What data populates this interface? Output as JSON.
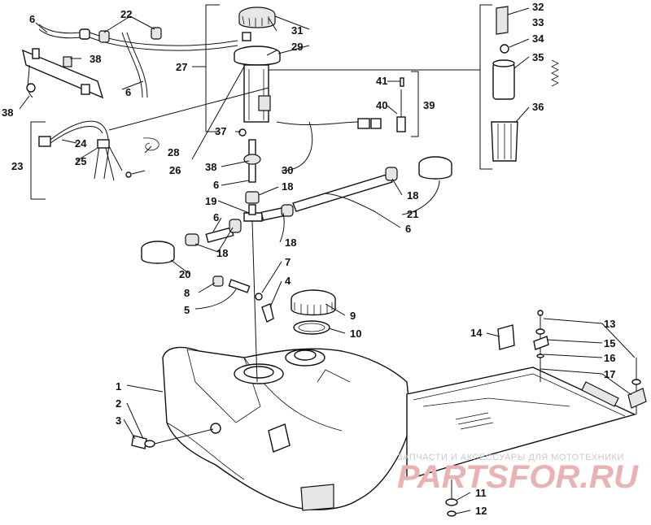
{
  "diagram": {
    "callouts": [
      {
        "id": "c1",
        "text": "1"
      },
      {
        "id": "c2",
        "text": "2"
      },
      {
        "id": "c3",
        "text": "3"
      },
      {
        "id": "c4",
        "text": "4"
      },
      {
        "id": "c5",
        "text": "5"
      },
      {
        "id": "c6a",
        "text": "6"
      },
      {
        "id": "c6b",
        "text": "6"
      },
      {
        "id": "c6c",
        "text": "6"
      },
      {
        "id": "c6d",
        "text": "6"
      },
      {
        "id": "c6e",
        "text": "6"
      },
      {
        "id": "c7",
        "text": "7"
      },
      {
        "id": "c8",
        "text": "8"
      },
      {
        "id": "c9",
        "text": "9"
      },
      {
        "id": "c10",
        "text": "10"
      },
      {
        "id": "c11",
        "text": "11"
      },
      {
        "id": "c12",
        "text": "12"
      },
      {
        "id": "c13",
        "text": "13"
      },
      {
        "id": "c14",
        "text": "14"
      },
      {
        "id": "c15",
        "text": "15"
      },
      {
        "id": "c16",
        "text": "16"
      },
      {
        "id": "c17",
        "text": "17"
      },
      {
        "id": "c18a",
        "text": "18"
      },
      {
        "id": "c18b",
        "text": "18"
      },
      {
        "id": "c18c",
        "text": "18"
      },
      {
        "id": "c18d",
        "text": "18"
      },
      {
        "id": "c19",
        "text": "19"
      },
      {
        "id": "c20",
        "text": "20"
      },
      {
        "id": "c21",
        "text": "21"
      },
      {
        "id": "c22",
        "text": "22"
      },
      {
        "id": "c23",
        "text": "23"
      },
      {
        "id": "c24",
        "text": "24"
      },
      {
        "id": "c25",
        "text": "25"
      },
      {
        "id": "c26",
        "text": "26"
      },
      {
        "id": "c27",
        "text": "27"
      },
      {
        "id": "c28",
        "text": "28"
      },
      {
        "id": "c29",
        "text": "29"
      },
      {
        "id": "c30",
        "text": "30"
      },
      {
        "id": "c31",
        "text": "31"
      },
      {
        "id": "c32",
        "text": "32"
      },
      {
        "id": "c33",
        "text": "33"
      },
      {
        "id": "c34",
        "text": "34"
      },
      {
        "id": "c35",
        "text": "35"
      },
      {
        "id": "c36",
        "text": "36"
      },
      {
        "id": "c37",
        "text": "37"
      },
      {
        "id": "c38a",
        "text": "38"
      },
      {
        "id": "c38b",
        "text": "38"
      },
      {
        "id": "c38c",
        "text": "38"
      },
      {
        "id": "c39",
        "text": "39"
      },
      {
        "id": "c40",
        "text": "40"
      },
      {
        "id": "c41",
        "text": "41"
      }
    ]
  },
  "watermark": {
    "tagline": "ЗАПЧАСТИ И АКСЕССУАРЫ ДЛЯ МОТОТЕХНИКИ",
    "logo": "PARTSFOR.RU"
  }
}
